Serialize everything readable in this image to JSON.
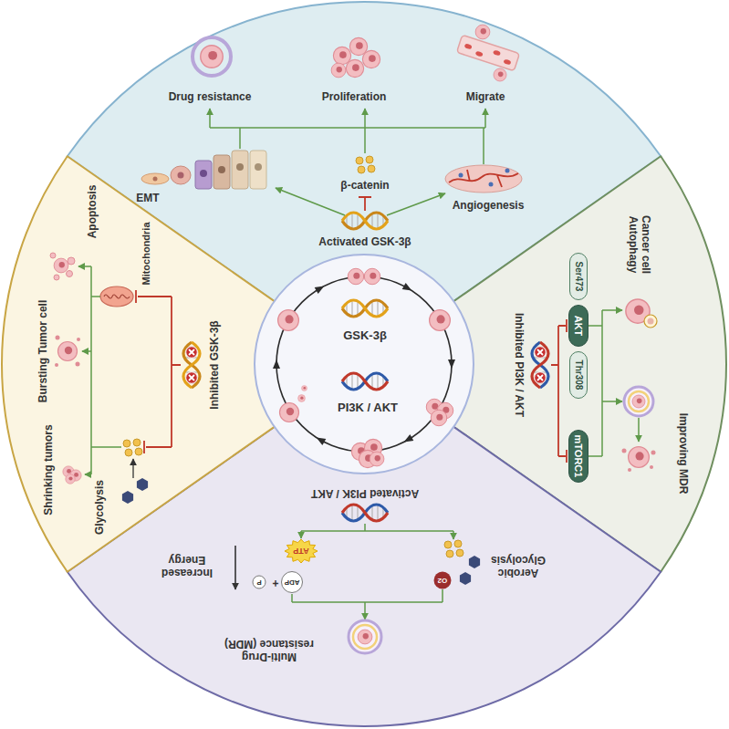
{
  "diagram": {
    "nodes": [
      {
        "text": [
          "Ser473"
        ]
      },
      {
        "text": [
          "AKT"
        ]
      },
      {
        "text": [
          "Thr308"
        ]
      },
      {
        "text": [
          "mTORC1"
        ]
      },
      {
        "text": [
          "ATP"
        ]
      },
      {
        "text": [
          "ADP"
        ]
      },
      {
        "text": [
          "P"
        ]
      },
      {
        "text": [
          "O2"
        ]
      }
    ],
    "labels": [
      "Drug resistance",
      "Proliferation",
      "Migrate",
      "EMT",
      "β-catenin",
      "Angiogenesis",
      "Activated GSK-3β",
      "Cancer cell Autophagy",
      "Inhibited PI3K / AKT",
      "Improving MDR",
      "GSK-3β",
      "PI3K / AKT",
      "Mitochondria",
      "Apoptosis",
      "Bursting Tumor cell",
      "Inhibited GSK-3β",
      "Shrinking tumors",
      "Glycolysis",
      "Activated PI3K / AKT",
      "Aerobic Glycolysis",
      "Increased Energy",
      "+",
      "Multi-Drug resistance (MDR)"
    ]
  }
}
